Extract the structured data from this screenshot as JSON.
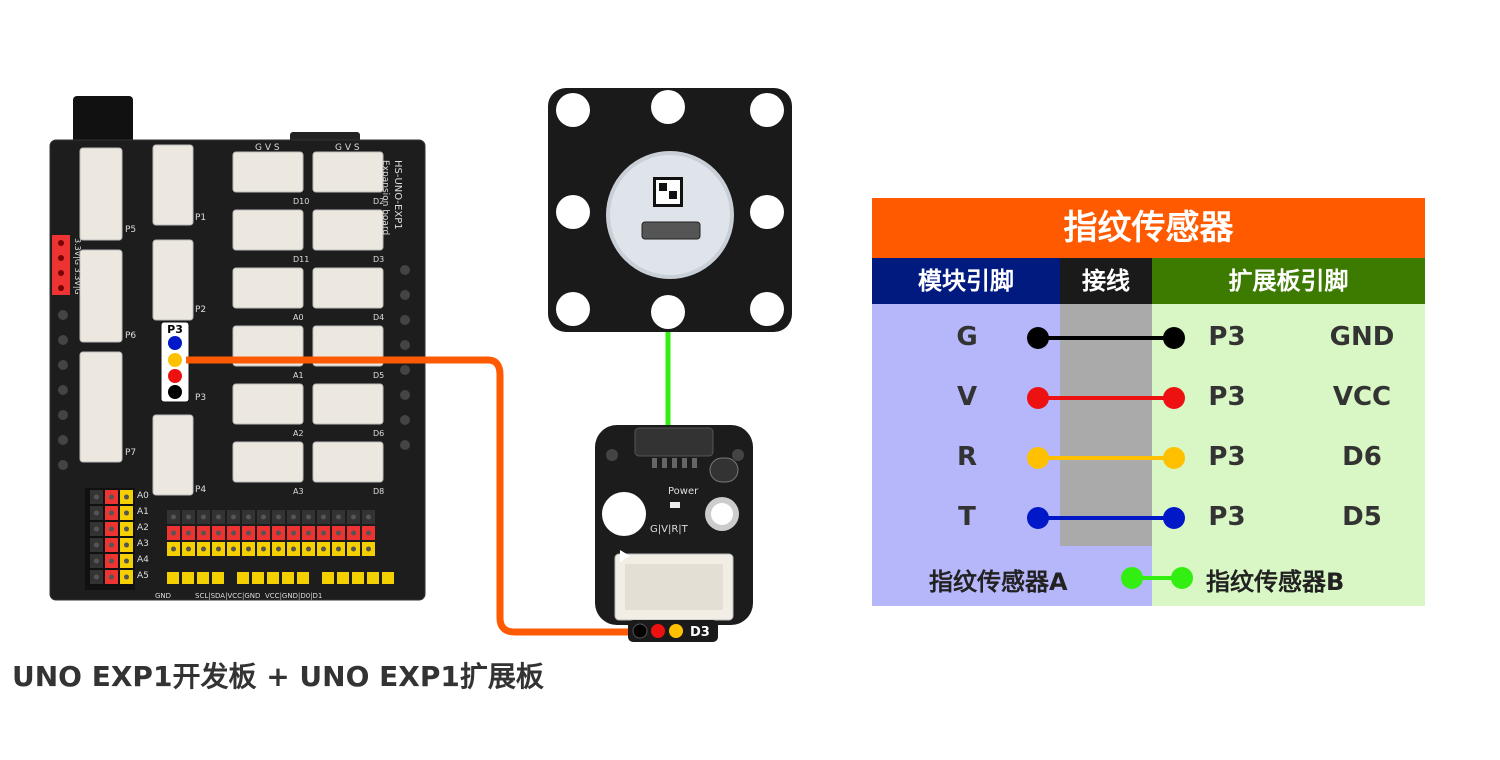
{
  "board": {
    "name": "HS-UNO-EXP1",
    "subtitle": "Expansion board",
    "port_label": "P3",
    "gvs": "G V S",
    "side_header": "3.3V|G 3.3V|G",
    "port_names": [
      "P5",
      "P6",
      "P7",
      "P1",
      "P2",
      "P3",
      "P4"
    ],
    "pin_rows": [
      "A0",
      "A1",
      "A2",
      "A3",
      "A4",
      "A5"
    ],
    "connector_labels": [
      "D10",
      "D2",
      "D11",
      "D3",
      "A0",
      "D4",
      "A1",
      "D5",
      "A2",
      "D6",
      "A3",
      "D8"
    ],
    "bottom_labels": [
      "GND",
      "SCL|SDA|VCC|GND",
      "VCC|GND|D0|D1"
    ]
  },
  "sensor": {
    "connector_label": "D3",
    "power_label": "Power",
    "pin_label": "G|V|R|T"
  },
  "table": {
    "title": "指纹传感器",
    "headers": [
      "模块引脚",
      "接线",
      "扩展板引脚"
    ],
    "rows": [
      {
        "module": "G",
        "port": "P3",
        "pin": "GND",
        "color": "#000000"
      },
      {
        "module": "V",
        "port": "P3",
        "pin": "VCC",
        "color": "#ee1111"
      },
      {
        "module": "R",
        "port": "P3",
        "pin": "D6",
        "color": "#ffc000"
      },
      {
        "module": "T",
        "port": "P3",
        "pin": "D5",
        "color": "#0018c8"
      }
    ],
    "footer_left": "指纹传感器A",
    "footer_right": "指纹传感器B",
    "footer_color": "#33ee11"
  },
  "caption": "UNO EXP1开发板 + UNO EXP1扩展板",
  "colors": {
    "cable": "#ff5a00",
    "link": "#33ee11"
  }
}
